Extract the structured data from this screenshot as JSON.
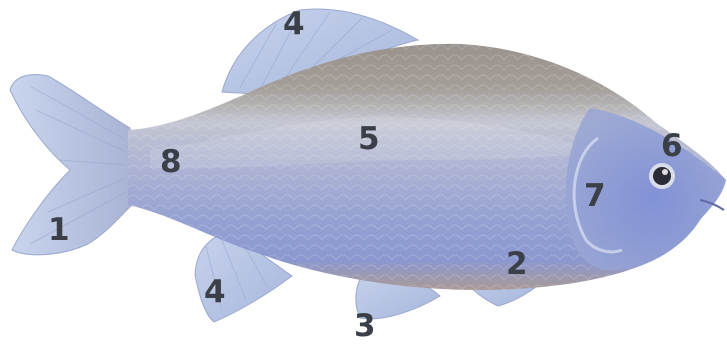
{
  "figure": {
    "subject": "fish-anatomy",
    "labels": [
      {
        "id": "tail-fin",
        "text": "1"
      },
      {
        "id": "pelvic-fin-area",
        "text": "2"
      },
      {
        "id": "anal-fin",
        "text": "3"
      },
      {
        "id": "dorsal-fin",
        "text": "4"
      },
      {
        "id": "lower-fin",
        "text": "4"
      },
      {
        "id": "body-scales",
        "text": "5"
      },
      {
        "id": "eye",
        "text": "6"
      },
      {
        "id": "gill-cover",
        "text": "7"
      },
      {
        "id": "caudal-peduncle",
        "text": "8"
      }
    ]
  },
  "colors": {
    "body_top": "#9b9591",
    "body_mid": "#b9bfd4",
    "body_belly": "#8e9dd2",
    "fin": "#b8c6e4",
    "fin_ray": "#9aa9cd",
    "head": "#7f8fcc",
    "label": "#3b4048"
  }
}
